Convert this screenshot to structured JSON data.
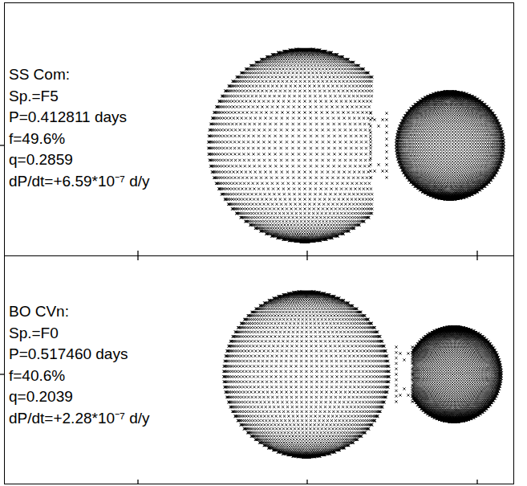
{
  "diagram": {
    "nodes": [
      {
        "text": [
          "SS Com:",
          "Sp.=F5",
          "P=0.412811 days",
          "f=49.6%",
          "q=0.2859",
          "dP/dt=+6.59*10⁻⁷ d/y"
        ]
      },
      {
        "text": [
          "BO CVn:",
          "Sp.=F0",
          "P=0.517460 days",
          "f=40.6%",
          "q=0.2039",
          "dP/dt=+2.28*10⁻⁷ d/y"
        ]
      }
    ]
  }
}
